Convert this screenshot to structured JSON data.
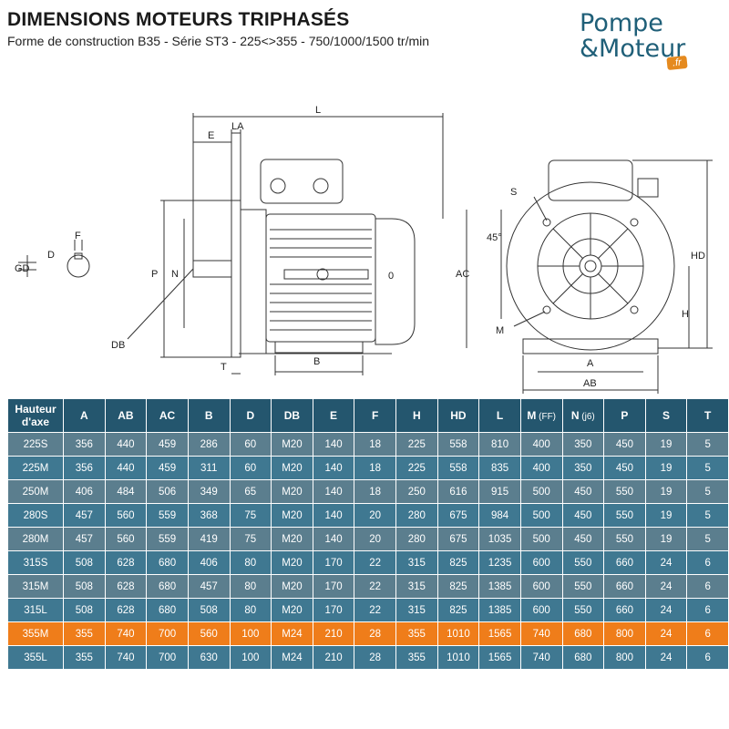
{
  "header": {
    "title": "DIMENSIONS MOTEURS TRIPHASÉS",
    "subtitle": "Forme de construction B35 - Série ST3 - 225<>355 - 750/1000/1500 tr/min"
  },
  "logo": {
    "line1": "Pompe",
    "line2": "&Moteur",
    "tld": ".fr"
  },
  "diagram": {
    "labels": {
      "L": "L",
      "E": "E",
      "LA": "LA",
      "F": "F",
      "D": "D",
      "GD": "GD",
      "P": "P",
      "N": "N",
      "DB": "DB",
      "T": "T",
      "B": "B",
      "AC": "AC",
      "O": "0",
      "S": "S",
      "angle": "45°",
      "M": "M",
      "HD": "HD",
      "H": "H",
      "A": "A",
      "AB": "AB"
    }
  },
  "table": {
    "headers": [
      "Hauteur d'axe",
      "A",
      "AB",
      "AC",
      "B",
      "D",
      "DB",
      "E",
      "F",
      "H",
      "HD",
      "L",
      "M",
      "N",
      "P",
      "S",
      "T"
    ],
    "header_units": {
      "M": "(FF)",
      "N": "(j6)"
    },
    "rows": [
      [
        "225S",
        "356",
        "440",
        "459",
        "286",
        "60",
        "M20",
        "140",
        "18",
        "225",
        "558",
        "810",
        "400",
        "350",
        "450",
        "19",
        "5"
      ],
      [
        "225M",
        "356",
        "440",
        "459",
        "311",
        "60",
        "M20",
        "140",
        "18",
        "225",
        "558",
        "835",
        "400",
        "350",
        "450",
        "19",
        "5"
      ],
      [
        "250M",
        "406",
        "484",
        "506",
        "349",
        "65",
        "M20",
        "140",
        "18",
        "250",
        "616",
        "915",
        "500",
        "450",
        "550",
        "19",
        "5"
      ],
      [
        "280S",
        "457",
        "560",
        "559",
        "368",
        "75",
        "M20",
        "140",
        "20",
        "280",
        "675",
        "984",
        "500",
        "450",
        "550",
        "19",
        "5"
      ],
      [
        "280M",
        "457",
        "560",
        "559",
        "419",
        "75",
        "M20",
        "140",
        "20",
        "280",
        "675",
        "1035",
        "500",
        "450",
        "550",
        "19",
        "5"
      ],
      [
        "315S",
        "508",
        "628",
        "680",
        "406",
        "80",
        "M20",
        "170",
        "22",
        "315",
        "825",
        "1235",
        "600",
        "550",
        "660",
        "24",
        "6"
      ],
      [
        "315M",
        "508",
        "628",
        "680",
        "457",
        "80",
        "M20",
        "170",
        "22",
        "315",
        "825",
        "1385",
        "600",
        "550",
        "660",
        "24",
        "6"
      ],
      [
        "315L",
        "508",
        "628",
        "680",
        "508",
        "80",
        "M20",
        "170",
        "22",
        "315",
        "825",
        "1385",
        "600",
        "550",
        "660",
        "24",
        "6"
      ],
      [
        "355M",
        "355",
        "740",
        "700",
        "560",
        "100",
        "M24",
        "210",
        "28",
        "355",
        "1010",
        "1565",
        "740",
        "680",
        "800",
        "24",
        "6"
      ],
      [
        "355L",
        "355",
        "740",
        "700",
        "630",
        "100",
        "M24",
        "210",
        "28",
        "355",
        "1010",
        "1565",
        "740",
        "680",
        "800",
        "24",
        "6"
      ]
    ],
    "highlight_row": 8,
    "colors": {
      "header": "#24566e",
      "row_a": "#5b7e8e",
      "row_b": "#3f7891",
      "highlight": "#ef7d1a"
    }
  }
}
